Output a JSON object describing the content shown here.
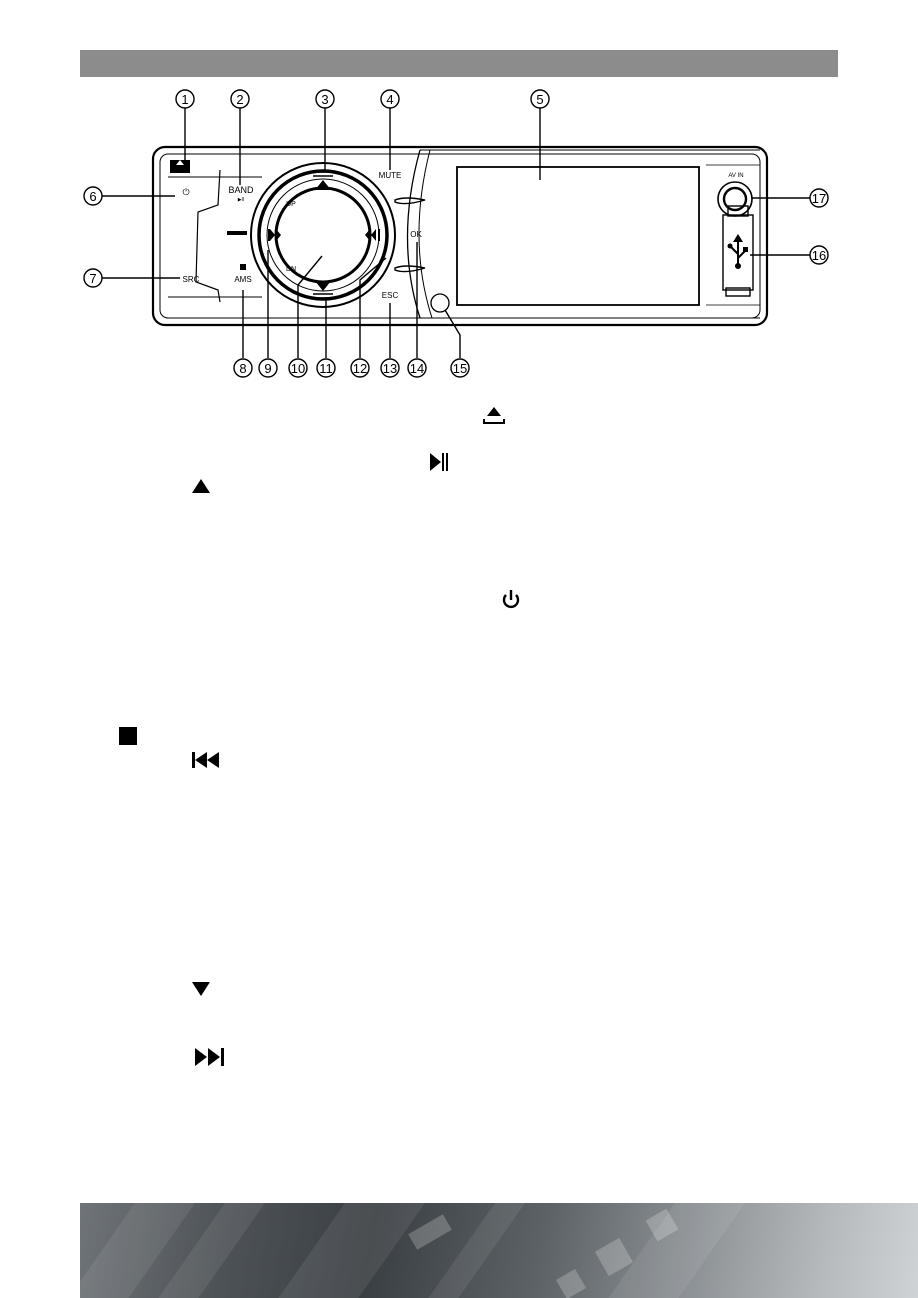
{
  "panel_labels": {
    "band": "BAND",
    "play_pause": "▶II",
    "mute": "MUTE",
    "up": "UP",
    "dn": "DN",
    "ok": "OK",
    "esc": "ESC",
    "src": "SRC",
    "ams": "AMS",
    "av_in": "AV IN",
    "power": "⏻"
  },
  "callouts": [
    "1",
    "2",
    "3",
    "4",
    "5",
    "6",
    "7",
    "8",
    "9",
    "10",
    "11",
    "12",
    "13",
    "14",
    "15",
    "16",
    "17"
  ],
  "symbols": {
    "eject": "eject-icon",
    "play_pause": "play-pause-icon",
    "up": "up-triangle-icon",
    "power": "power-icon",
    "stop": "stop-square-icon",
    "previous": "previous-track-icon",
    "down": "down-triangle-icon",
    "next": "next-track-icon"
  }
}
